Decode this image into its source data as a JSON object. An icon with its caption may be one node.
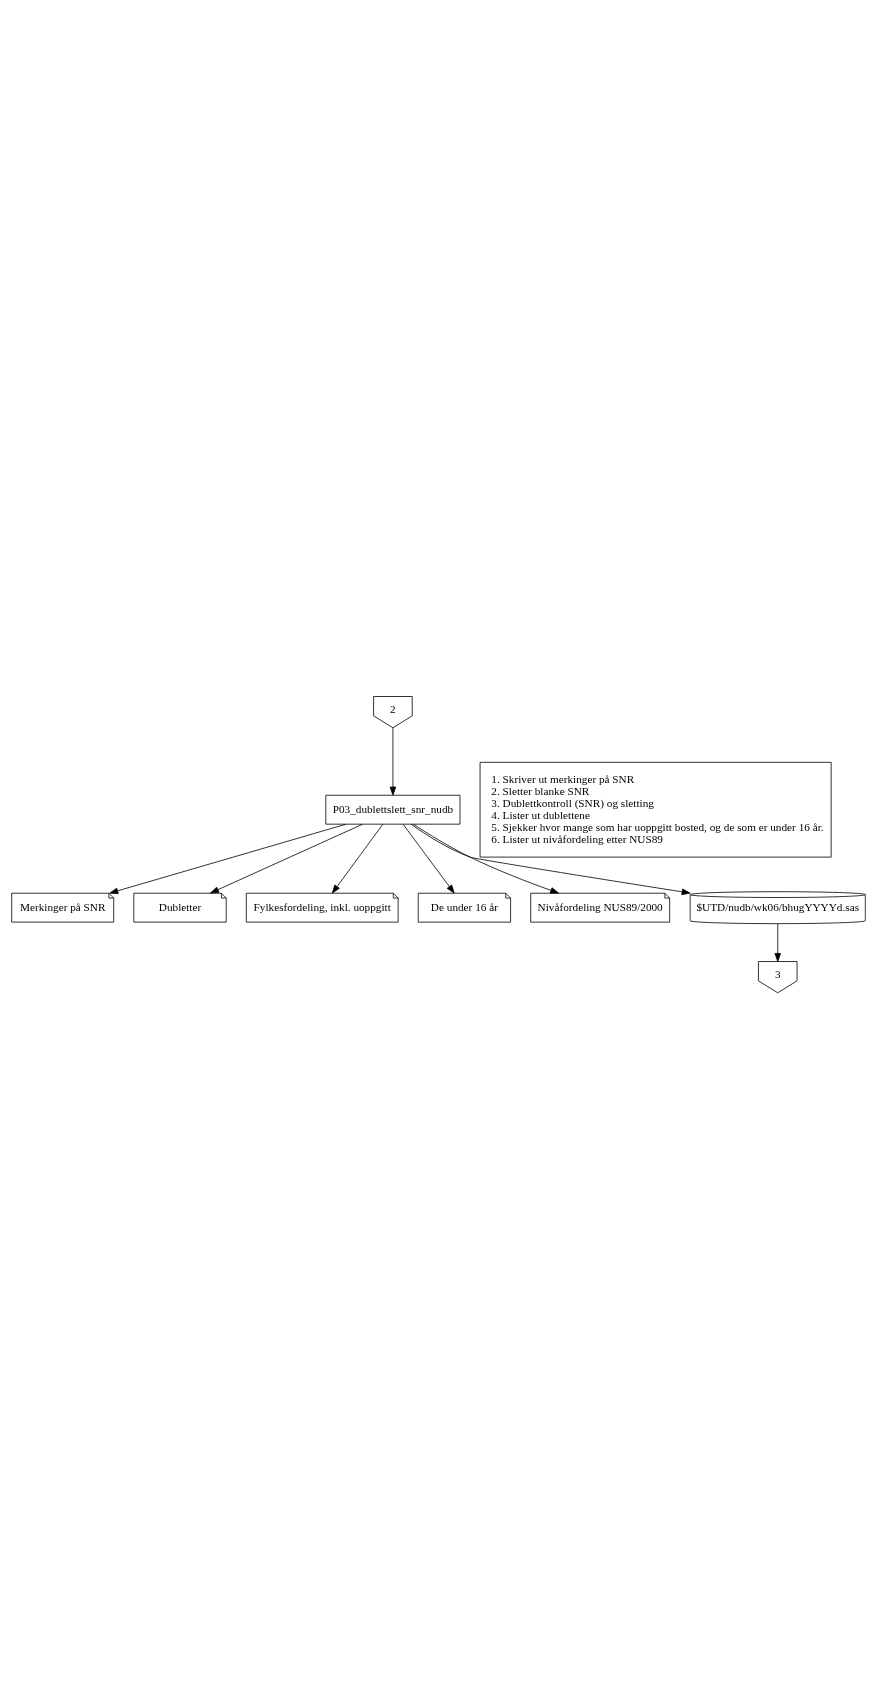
{
  "diagram": {
    "nodes": [
      {
        "text": [
          "2"
        ]
      },
      {
        "text": [
          "P03_dublettslett_snr_nudb"
        ]
      },
      {
        "text": [
          "Merkinger på SNR"
        ]
      },
      {
        "text": [
          "Dubletter"
        ]
      },
      {
        "text": [
          "Fylkesfordeling, inkl. uoppgitt"
        ]
      },
      {
        "text": [
          "De under 16 år"
        ]
      },
      {
        "text": [
          "Nivåfordeling NUS89/2000"
        ]
      },
      {
        "text": [
          "$UTD/nudb/wk06/bhugYYYYd.sas"
        ]
      },
      {
        "text": [
          "1. Skriver ut merkinger på SNR",
          "2. Sletter blanke SNR",
          "3. Dublettkontroll (SNR) og sletting",
          "4. Lister ut dublettene",
          "5. Sjekker hvor mange som har uoppgitt bosted, og de som er under 16 år.",
          "6. Lister ut nivåfordeling etter NUS89"
        ]
      },
      {
        "text": [
          "3"
        ]
      }
    ],
    "edges": [
      {
        "from": 0,
        "to": 1,
        "arrow": "to"
      },
      {
        "from": 1,
        "to": 2,
        "arrow": "to"
      },
      {
        "from": 1,
        "to": 3,
        "arrow": "to"
      },
      {
        "from": 1,
        "to": 4,
        "arrow": "to"
      },
      {
        "from": 1,
        "to": 5,
        "arrow": "to"
      },
      {
        "from": 1,
        "to": 6,
        "arrow": "to"
      },
      {
        "from": 1,
        "to": 7,
        "arrow": "to"
      },
      {
        "from": 7,
        "to": 9,
        "arrow": "to"
      }
    ]
  }
}
